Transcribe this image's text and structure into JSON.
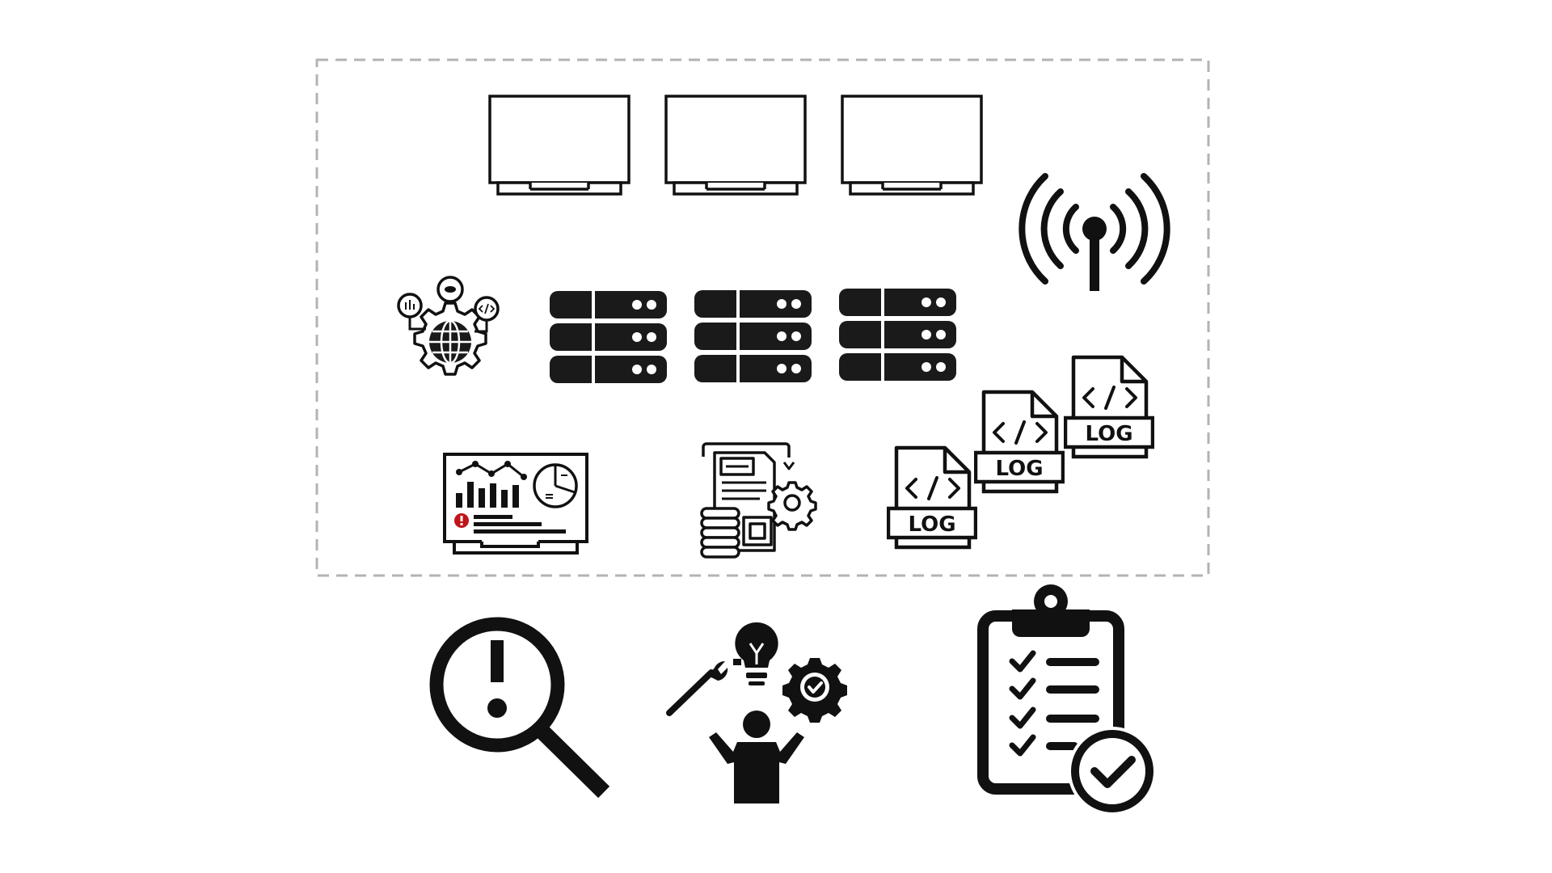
{
  "diagram": {
    "colors": {
      "stroke": "#111111",
      "fill": "#1a1a1a",
      "dashed_border": "#b3b3b3",
      "alert": "#c0141a",
      "background": "#ffffff"
    },
    "system_boundary": {
      "style": "dashed"
    },
    "icons": {
      "monitors": [
        "monitor-icon",
        "monitor-icon",
        "monitor-icon"
      ],
      "antenna": "wireless-antenna-icon",
      "network_service": "global-network-gear-icon",
      "servers": [
        "server-rack-icon",
        "server-rack-icon",
        "server-rack-icon"
      ],
      "dashboard": "monitoring-dashboard-icon",
      "data_processing": "data-processing-document-icon",
      "log_files": [
        "log-file-icon",
        "log-file-icon",
        "log-file-icon"
      ],
      "issue_search": "magnifier-alert-icon",
      "engineer": "engineer-troubleshooting-icon",
      "checklist": "checklist-approved-icon"
    },
    "log_files": [
      {
        "label": "LOG"
      },
      {
        "label": "LOG"
      },
      {
        "label": "LOG"
      }
    ]
  }
}
